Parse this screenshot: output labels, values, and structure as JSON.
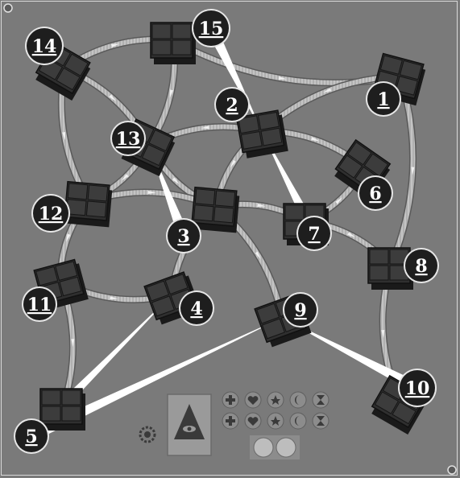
{
  "board": {
    "locations": [
      {
        "id": "loc-1",
        "label": "1"
      },
      {
        "id": "loc-2",
        "label": "2"
      },
      {
        "id": "loc-3",
        "label": "3"
      },
      {
        "id": "loc-4",
        "label": "4"
      },
      {
        "id": "loc-5",
        "label": "5"
      },
      {
        "id": "loc-6",
        "label": "6"
      },
      {
        "id": "loc-7",
        "label": "7"
      },
      {
        "id": "loc-8",
        "label": "8"
      },
      {
        "id": "loc-9",
        "label": "9"
      },
      {
        "id": "loc-10",
        "label": "10"
      },
      {
        "id": "loc-11",
        "label": "11"
      },
      {
        "id": "loc-12",
        "label": "12"
      },
      {
        "id": "loc-13",
        "label": "13"
      },
      {
        "id": "loc-14",
        "label": "14"
      },
      {
        "id": "loc-15",
        "label": "15"
      }
    ],
    "rail_links": [
      [
        "14",
        "15"
      ],
      [
        "15",
        "1"
      ],
      [
        "14",
        "13"
      ],
      [
        "14",
        "12"
      ],
      [
        "15",
        "13"
      ],
      [
        "1",
        "2"
      ],
      [
        "1",
        "8"
      ],
      [
        "2",
        "13"
      ],
      [
        "2",
        "6"
      ],
      [
        "2",
        "3"
      ],
      [
        "13",
        "12"
      ],
      [
        "13",
        "3"
      ],
      [
        "12",
        "3"
      ],
      [
        "12",
        "11"
      ],
      [
        "3",
        "7"
      ],
      [
        "3",
        "4"
      ],
      [
        "3",
        "9"
      ],
      [
        "11",
        "4"
      ],
      [
        "11",
        "5"
      ],
      [
        "7",
        "6"
      ],
      [
        "7",
        "8"
      ],
      [
        "8",
        "10"
      ]
    ],
    "pointer_links": [
      [
        "15",
        "2"
      ],
      [
        "3",
        "13"
      ],
      [
        "7",
        "2"
      ],
      [
        "5",
        "4"
      ],
      [
        "5",
        "9"
      ],
      [
        "10",
        "9"
      ]
    ],
    "legend": {
      "symbols_row_1": [
        "cross",
        "heart",
        "star",
        "moon",
        "hourglass"
      ],
      "symbols_row_2": [
        "cross",
        "heart",
        "star",
        "moon",
        "hourglass"
      ],
      "tokens": [
        "circle",
        "circle"
      ],
      "card_icon": "eye-pyramid-icon",
      "settings_icon": "gear-icon"
    },
    "colors": {
      "background": "#7a7a7a",
      "building": "#2f2f2f",
      "building_shadow": "#1a1a1a",
      "rail": "#c4c4c4",
      "badge": "#1e1e1e",
      "badge_ring": "#e6e6e6",
      "pointer": "#ffffff"
    }
  }
}
